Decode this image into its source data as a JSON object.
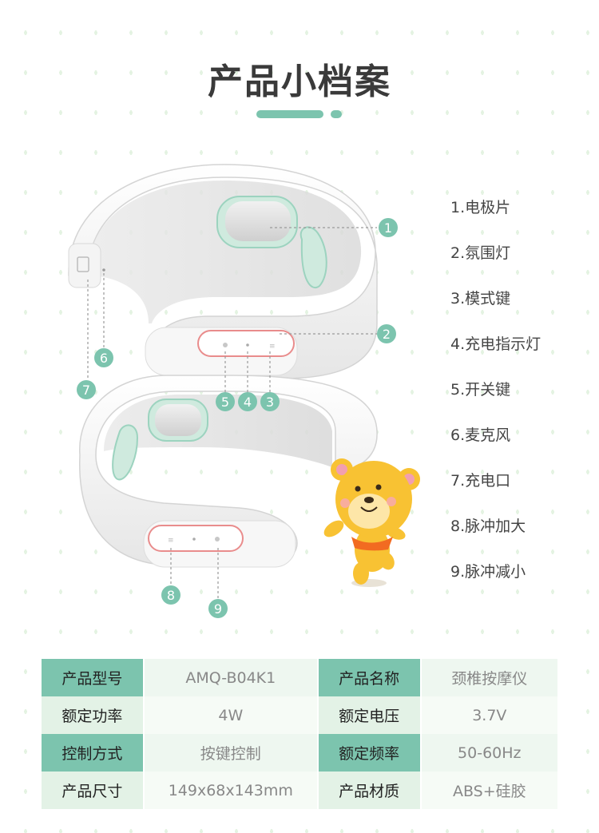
{
  "title": "产品小档案",
  "accent_color": "#7cc4ae",
  "callouts": [
    "1",
    "2",
    "3",
    "4",
    "5",
    "6",
    "7",
    "8",
    "9"
  ],
  "labels": [
    "1.电极片",
    "2.氛围灯",
    "3.模式键",
    "4.充电指示灯",
    "5.开关键",
    "6.麦克风",
    "7.充电口",
    "8.脉冲加大",
    "9.脉冲减小"
  ],
  "specs": [
    {
      "k1": "产品型号",
      "v1": "AMQ-B04K1",
      "k2": "产品名称",
      "v2": "颈椎按摩仪"
    },
    {
      "k1": "额定功率",
      "v1": "4W",
      "k2": "额定电压",
      "v2": "3.7V"
    },
    {
      "k1": "控制方式",
      "v1": "按键控制",
      "k2": "额定频率",
      "v2": "50-60Hz"
    },
    {
      "k1": "产品尺寸",
      "v1": "149x68x143mm",
      "k2": "产品材质",
      "v2": "ABS+硅胶"
    }
  ]
}
